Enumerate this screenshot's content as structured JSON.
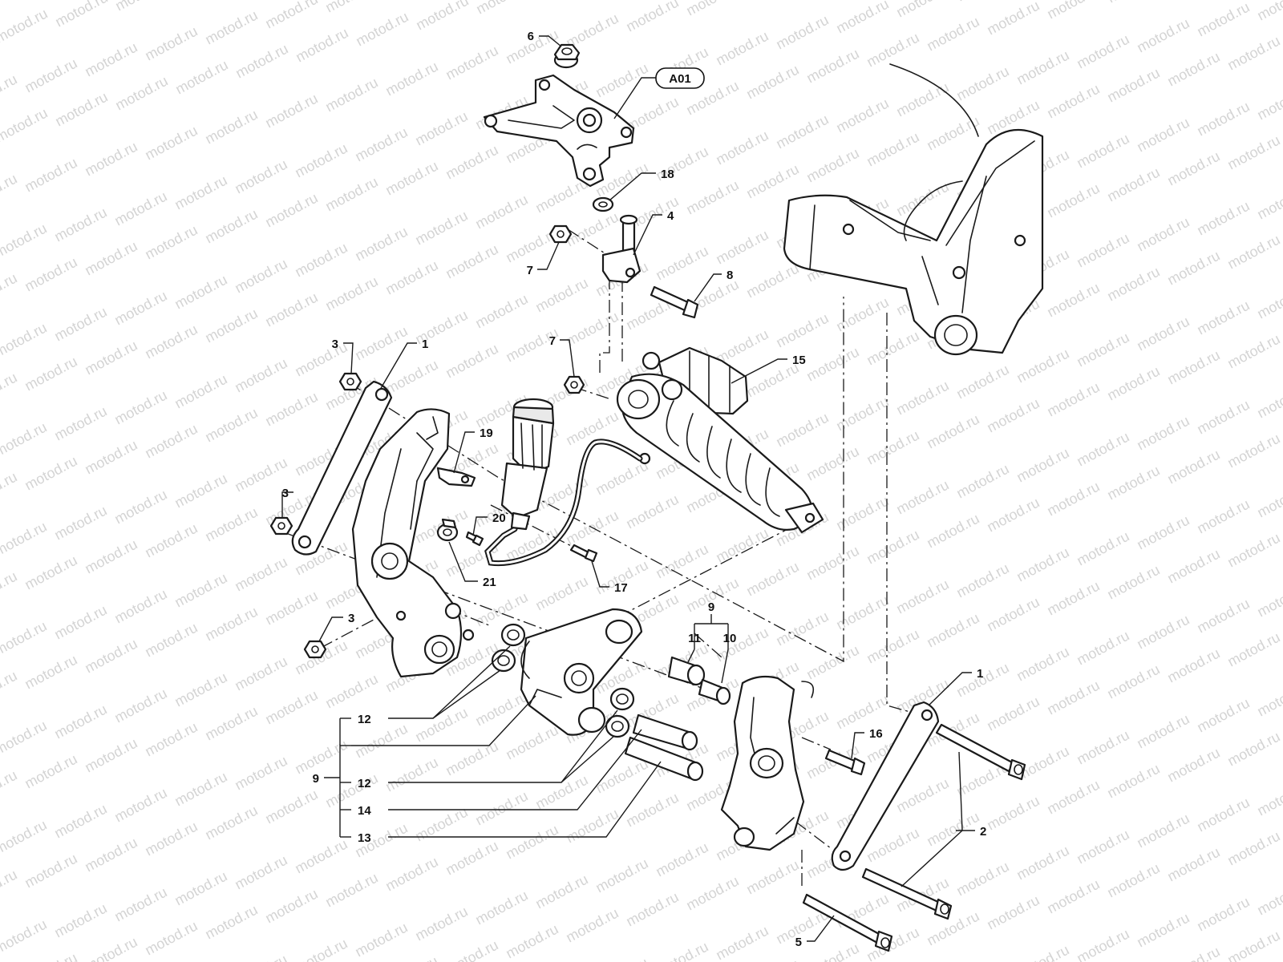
{
  "watermark": {
    "text": "motod.ru"
  },
  "callouts": {
    "c1a": "1",
    "c1b": "1",
    "c2": "2",
    "c3a": "3",
    "c3b": "3",
    "c3c": "3",
    "c4": "4",
    "c5": "5",
    "c6": "6",
    "c7a": "7",
    "c7b": "7",
    "c8": "8",
    "c9a": "9",
    "c9b": "9",
    "c10": "10",
    "c11": "11",
    "c12a": "12",
    "c12b": "12",
    "c13": "13",
    "c14": "14",
    "c15": "15",
    "c16": "16",
    "c17": "17",
    "c18": "18",
    "c19": "19",
    "c20": "20",
    "c21": "21"
  },
  "reference_box": {
    "label": "A01"
  },
  "colors": {
    "line": "#1a1a1a",
    "watermark": "#d4d4d4",
    "background": "#ffffff"
  }
}
